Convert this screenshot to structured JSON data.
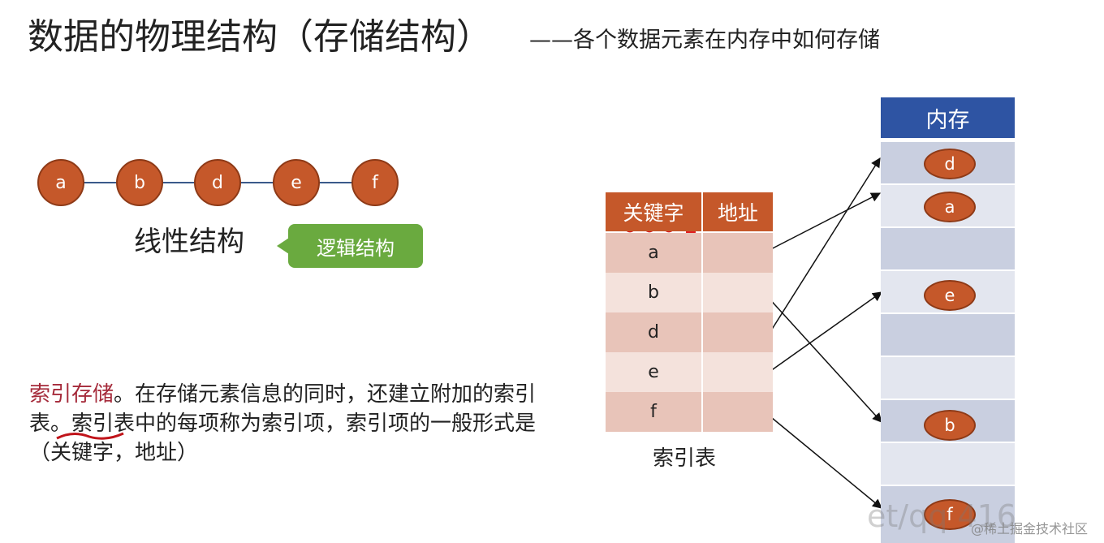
{
  "slide": {
    "title": "数据的物理结构（存储结构）",
    "subtitle": "——各个数据元素在内存中如何存储"
  },
  "linear": {
    "nodes": [
      "a",
      "b",
      "d",
      "e",
      "f"
    ],
    "label": "线性结构",
    "tag": "逻辑结构",
    "node_color": "#c5582a",
    "line_color": "#3a5a8a"
  },
  "description": {
    "part1": "索引存储",
    "part2": "。在存储元素信息的同时，还建立附加的",
    "part3": "索引表",
    "part4": "。索引表中的每项称为索引项，索引项的一般形式是（关键字，地址）",
    "accent_color": "#a52a3a"
  },
  "index_table": {
    "header_key": "关键字",
    "header_addr": "地址",
    "keys": [
      "a",
      "b",
      "d",
      "e",
      "f"
    ],
    "caption": "索引表",
    "header_color": "#c5582a"
  },
  "memory": {
    "header": "内存",
    "cells": [
      "d",
      "a",
      "",
      "e",
      "",
      "",
      "b",
      "",
      "f"
    ],
    "header_color": "#2e54a3"
  },
  "watermark": {
    "text_main": "et/qq 416",
    "text_site": "@稀土掘金技术社区"
  }
}
